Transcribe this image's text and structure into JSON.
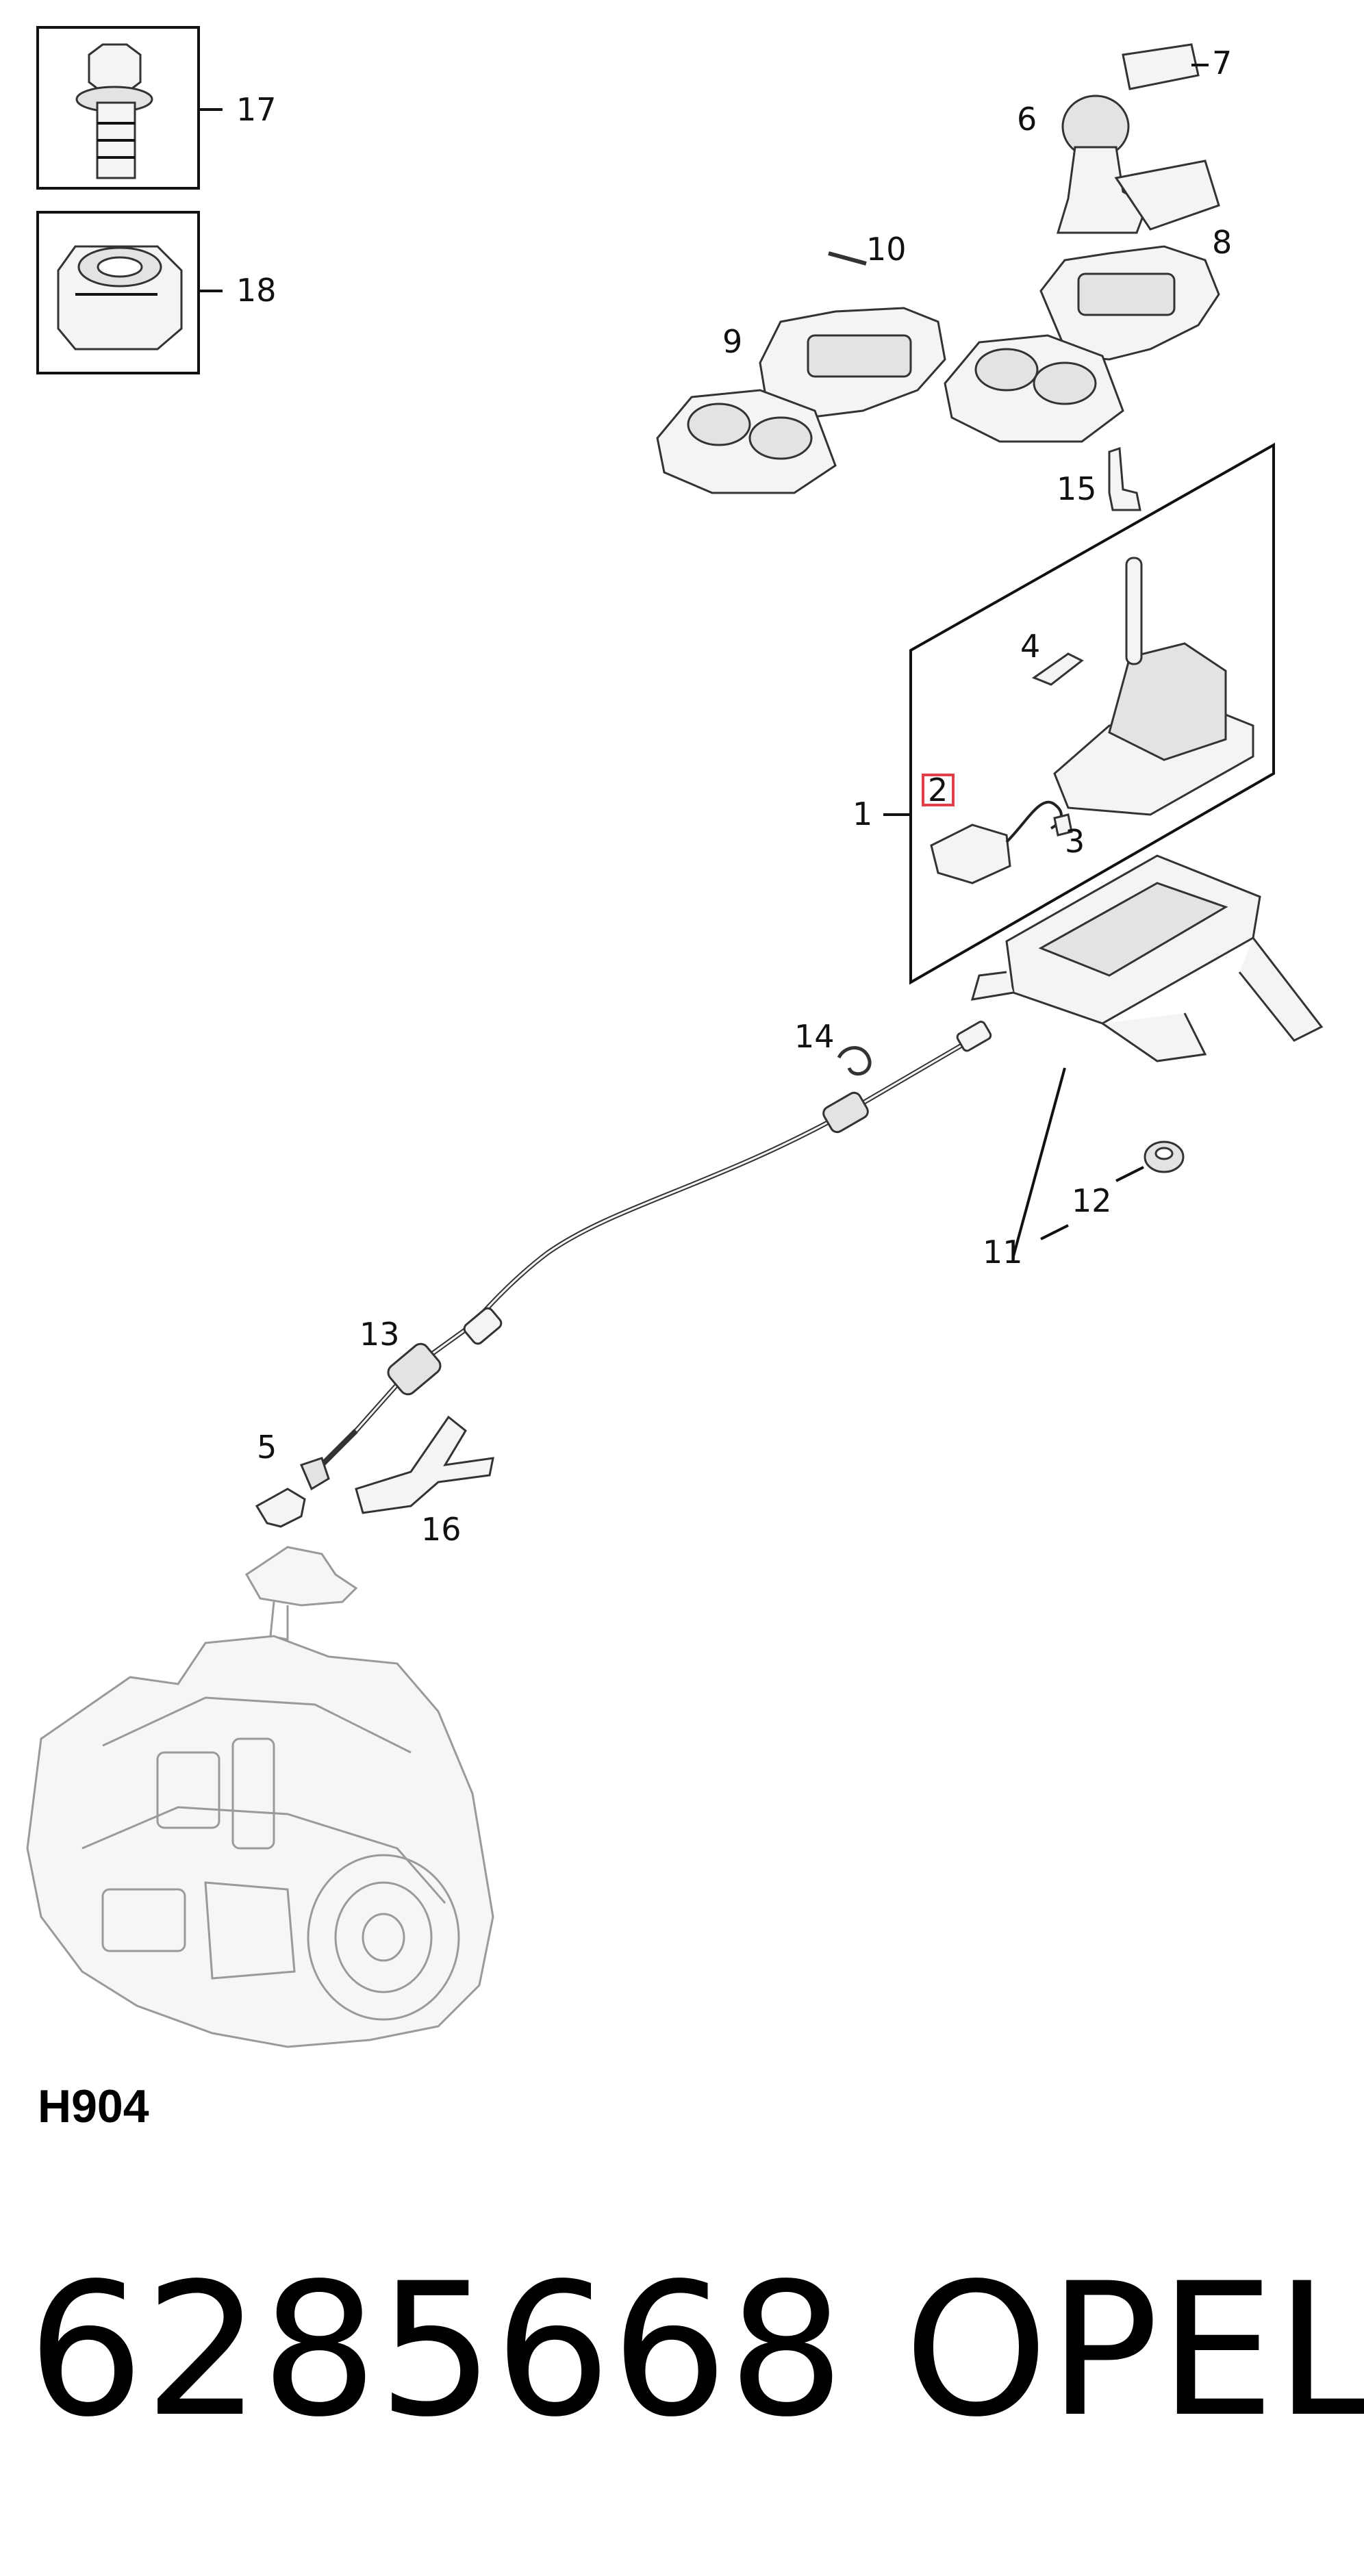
{
  "diagram": {
    "code": "H904",
    "callouts": {
      "c1": "1",
      "c2": "2",
      "c3": "3",
      "c4": "4",
      "c5": "5",
      "c6": "6",
      "c7": "7",
      "c8": "8",
      "c9": "9",
      "c10": "10",
      "c11": "11",
      "c12": "12",
      "c13": "13",
      "c14": "14",
      "c15": "15",
      "c16": "16",
      "c17": "17",
      "c18": "18"
    },
    "highlight_color": "#e0404a"
  },
  "footer": {
    "part_number": "6285668",
    "brand": "OPEL"
  }
}
